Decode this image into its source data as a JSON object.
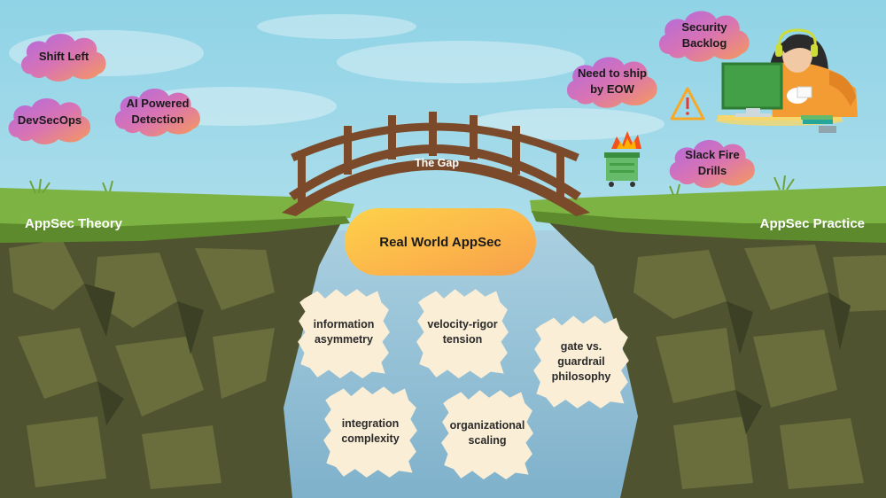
{
  "gap_label": "The Gap",
  "left_side_label": "AppSec Theory",
  "right_side_label": "AppSec Practice",
  "center_label": "Real World AppSec",
  "theory_clouds": [
    {
      "text": "Shift Left"
    },
    {
      "text": "DevSecOps"
    },
    {
      "text": "AI Powered Detection"
    }
  ],
  "practice_clouds": [
    {
      "text": "Security Backlog"
    },
    {
      "text": "Need to ship by EOW"
    },
    {
      "text": "Slack Fire Drills"
    }
  ],
  "gap_factors": [
    {
      "text": "information asymmetry"
    },
    {
      "text": "velocity-rigor tension"
    },
    {
      "text": "gate vs. guardrail philosophy"
    },
    {
      "text": "integration complexity"
    },
    {
      "text": "organizational scaling"
    }
  ],
  "colors": {
    "sky_top": "#8fd3e6",
    "sky_bottom": "#cdeaf0",
    "grass": "#7cb342",
    "cliff_dark": "#4f5330",
    "bridge": "#7a4a2a",
    "cloud_gradient_start": "#b06ae0",
    "cloud_gradient_end": "#f79a5a",
    "pill_gradient_start": "#fdd24a",
    "pill_gradient_end": "#f7a04a",
    "burst_fill": "#fbeed6"
  },
  "icons": [
    "warning-icon",
    "dumpster-fire-icon",
    "developer-at-desk-illustration"
  ]
}
